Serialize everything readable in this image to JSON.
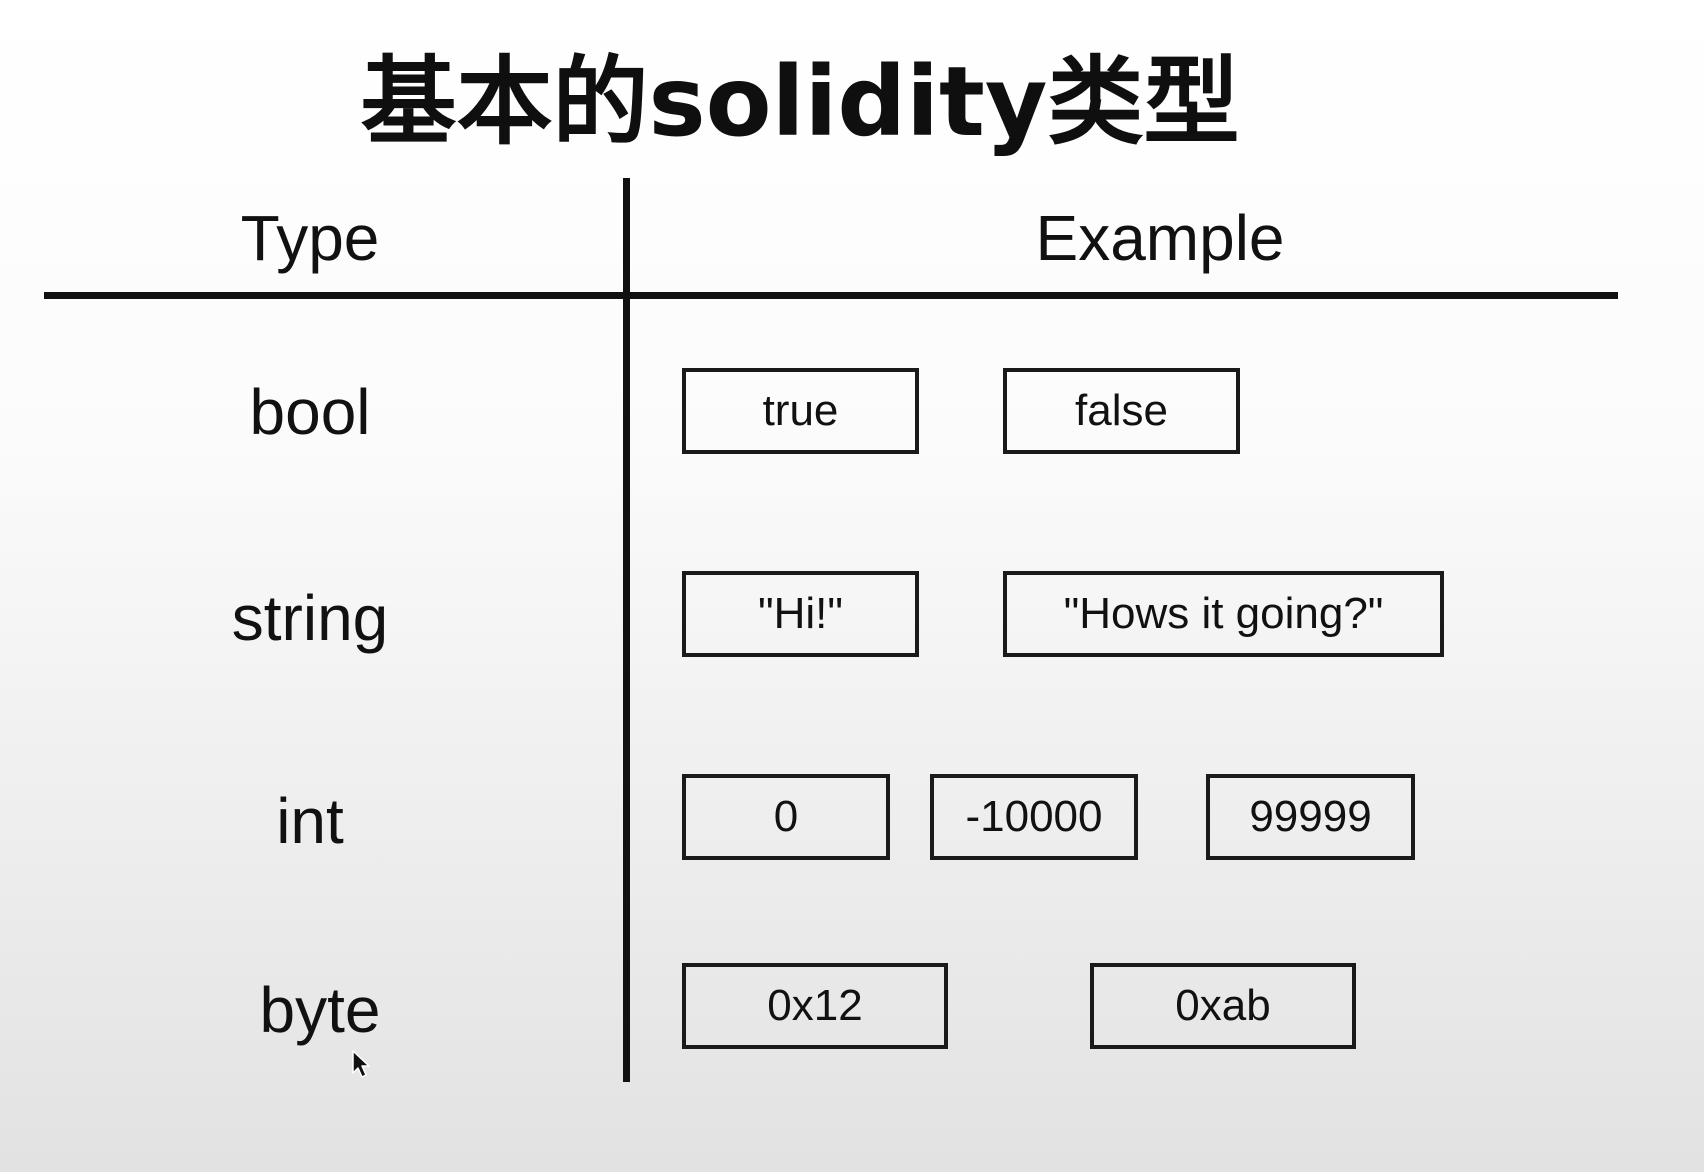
{
  "slide": {
    "title": "基本的solidity类型",
    "headers": {
      "type": "Type",
      "example": "Example"
    },
    "rows": [
      {
        "type": "bool",
        "examples": [
          "true",
          "false"
        ]
      },
      {
        "type": "string",
        "examples": [
          "\"Hi!\"",
          "\"Hows it going?\""
        ]
      },
      {
        "type": "int",
        "examples": [
          "0",
          "-10000",
          "99999"
        ]
      },
      {
        "type": "byte",
        "examples": [
          "0x12",
          "0xab"
        ]
      }
    ]
  },
  "icons": {
    "cursor": "mouse-pointer-icon"
  },
  "colors": {
    "text": "#111111",
    "line": "#111111",
    "background_top": "#ffffff",
    "background_bottom": "#e2e2e2"
  }
}
